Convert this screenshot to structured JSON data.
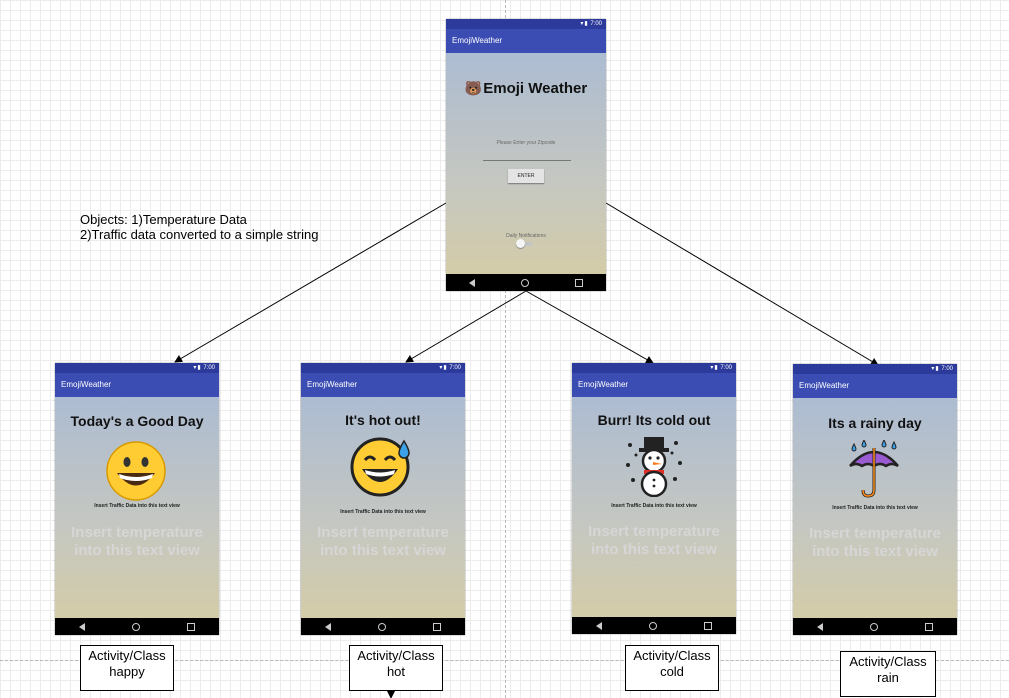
{
  "caption": {
    "line1": "Objects: 1)Temperature Data",
    "line2": "2)Traffic data converted to a simple string"
  },
  "status_time": "7:00",
  "app_name": "EmojiWeather",
  "main_screen": {
    "title": "Emoji Weather",
    "title_emoji": "🐻",
    "zip_hint": "Please Enter your Zipcode",
    "enter_button": "ENTER",
    "daily_label": "Daily Notifications"
  },
  "screens": [
    {
      "title": "Today's a Good Day",
      "traffic": "Insert Traffic Data into this text view",
      "temp_line1": "Insert temperature",
      "temp_line2": "into this text view",
      "emoji": "grinning-face"
    },
    {
      "title": "It's hot out!",
      "traffic": "Insert Traffic Data into this text view",
      "temp_line1": "Insert temperature",
      "temp_line2": "into this text view",
      "emoji": "sweat-smile-face"
    },
    {
      "title": "Burr! Its cold out",
      "traffic": "Insert Traffic Data into this text view",
      "temp_line1": "Insert temperature",
      "temp_line2": "into this text view",
      "emoji": "snowman"
    },
    {
      "title": "Its a rainy day",
      "traffic": "Insert Traffic Data into this text view",
      "temp_line1": "Insert temperature",
      "temp_line2": "into this text view",
      "emoji": "umbrella-rain"
    }
  ],
  "labels": [
    {
      "line1": "Activity/Class",
      "line2": "happy"
    },
    {
      "line1": "Activity/Class",
      "line2": "hot"
    },
    {
      "line1": "Activity/Class",
      "line2": "cold"
    },
    {
      "line1": "Activity/Class",
      "line2": "rain"
    }
  ]
}
